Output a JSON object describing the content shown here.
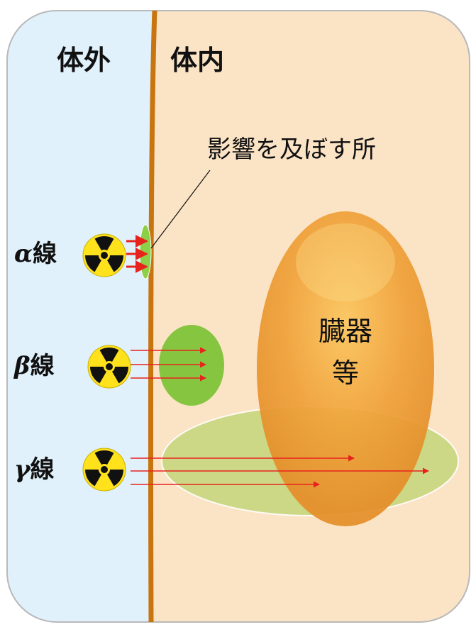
{
  "labels": {
    "outside": "体外",
    "inside": "体内",
    "annotation": "影響を及ぼす所",
    "organ_line1": "臓器",
    "organ_line2": "等"
  },
  "rays": [
    {
      "greek": "α",
      "suffix": "線",
      "penetration": "skin surface"
    },
    {
      "greek": "β",
      "suffix": "線",
      "penetration": "shallow tissue"
    },
    {
      "greek": "γ",
      "suffix": "線",
      "penetration": "through organs"
    }
  ],
  "icons": {
    "radiation": "radiation-trefoil-icon"
  },
  "colors": {
    "outside_bg": "#e0f1fb",
    "inside_bg": "#fbe3c5",
    "skin_line": "#c8740f",
    "arrow": "#e8231e",
    "organ": "#f0a23a",
    "alpha_zone": "#8bd046",
    "beta_zone": "#86c540",
    "gamma_zone": "#c4d77a",
    "radiation_yellow": "#ffe21c"
  }
}
